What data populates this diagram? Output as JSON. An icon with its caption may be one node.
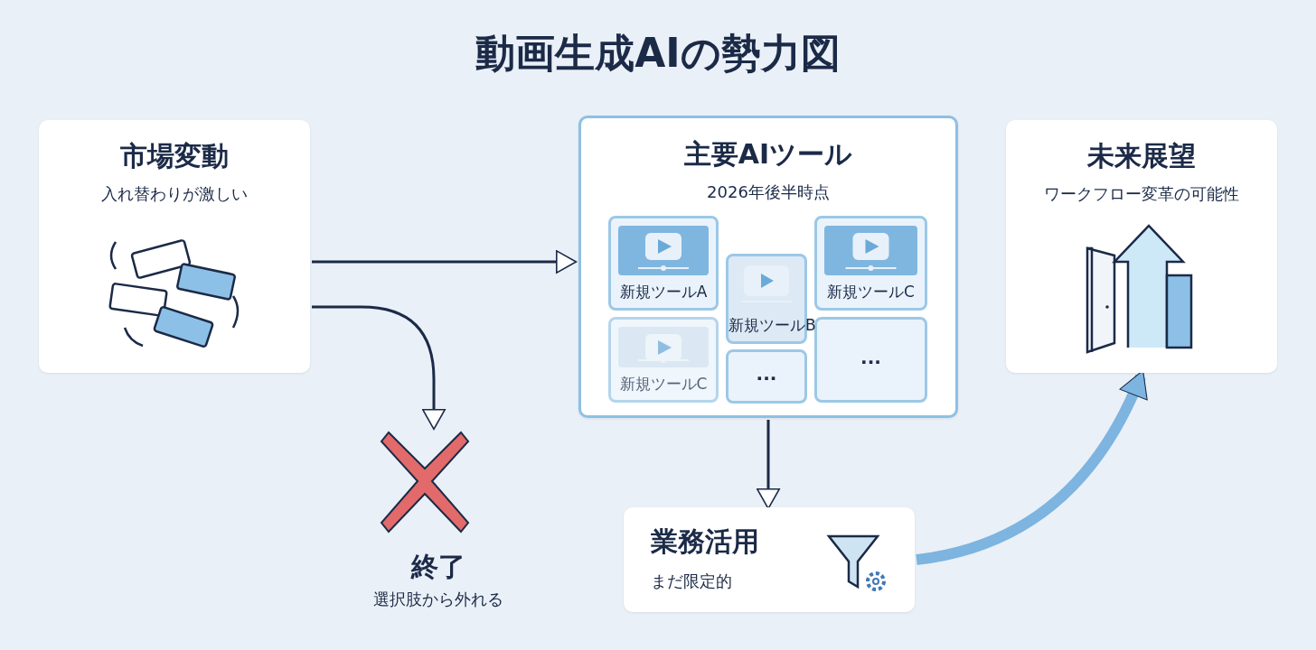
{
  "diagram": {
    "title": "動画生成AIの勢力図",
    "nodes": [
      {
        "text": [
          "市場変動",
          "入れ替わりが激しい"
        ]
      },
      {
        "text": [
          "主要AIツール",
          "2026年後半時点"
        ]
      },
      {
        "text": [
          "新規ツールA"
        ],
        "in": 1
      },
      {
        "text": [
          "新規ツールC"
        ],
        "in": 1
      },
      {
        "text": [
          "新規ツールB"
        ],
        "in": 1
      },
      {
        "text": [
          "新規ツールC"
        ],
        "in": 1
      },
      {
        "text": [
          "..."
        ],
        "in": 1
      },
      {
        "text": [
          "..."
        ],
        "in": 1
      },
      {
        "text": [
          "未来展望",
          "ワークフロー変革の可能性"
        ]
      },
      {
        "text": [
          "終了",
          "選択肢から外れる"
        ]
      },
      {
        "text": [
          "業務活用",
          "まだ限定的"
        ]
      }
    ],
    "edges": [
      {
        "from": 0,
        "to": 1,
        "arrow": "to"
      },
      {
        "from": 0,
        "to": 9,
        "arrow": "to"
      },
      {
        "from": 1,
        "to": 10,
        "arrow": "to"
      },
      {
        "from": 10,
        "to": 8,
        "arrow": "to",
        "style": "thick",
        "color": "#7db4e0"
      }
    ]
  }
}
